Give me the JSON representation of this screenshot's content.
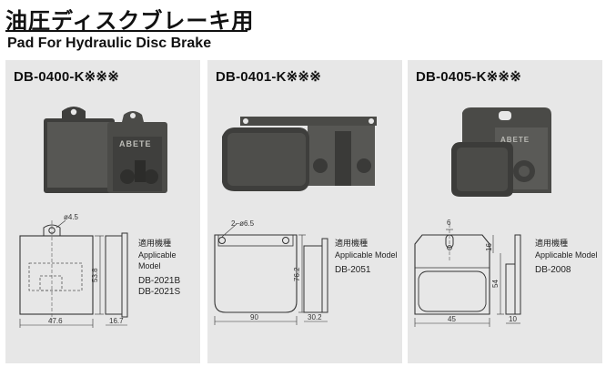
{
  "header": {
    "title_jp": "油圧ディスクブレーキ用",
    "title_en": "Pad For Hydraulic Disc Brake"
  },
  "panels": [
    {
      "code": "DB-0400-K※※※",
      "photo_label": "ABETE",
      "applicable_jp": "適用機種",
      "applicable_en": "Applicable Model",
      "models": [
        "DB-2021B",
        "DB-2021S"
      ],
      "dims": {
        "hole": "ø4.5",
        "height": "53.8",
        "width": "47.6",
        "thickness": "16.7"
      }
    },
    {
      "code": "DB-0401-K※※※",
      "photo_label": "",
      "applicable_jp": "適用機種",
      "applicable_en": "Applicable Model",
      "models": [
        "DB-2051"
      ],
      "dims": {
        "hole": "2−ø6.5",
        "height": "76.2",
        "width": "90",
        "thickness": "30.2"
      }
    },
    {
      "code": "DB-0405-K※※※",
      "photo_label": "ABETE",
      "applicable_jp": "適用機種",
      "applicable_en": "Applicable Model",
      "models": [
        "DB-2008"
      ],
      "dims": {
        "slot": "6",
        "top": "16",
        "height": "54",
        "width": "45",
        "thickness": "10"
      }
    }
  ],
  "colors": {
    "panel_bg": "#e7e7e7",
    "pad_dark": "#4a4a48",
    "pad_mid": "#6b6b68"
  }
}
